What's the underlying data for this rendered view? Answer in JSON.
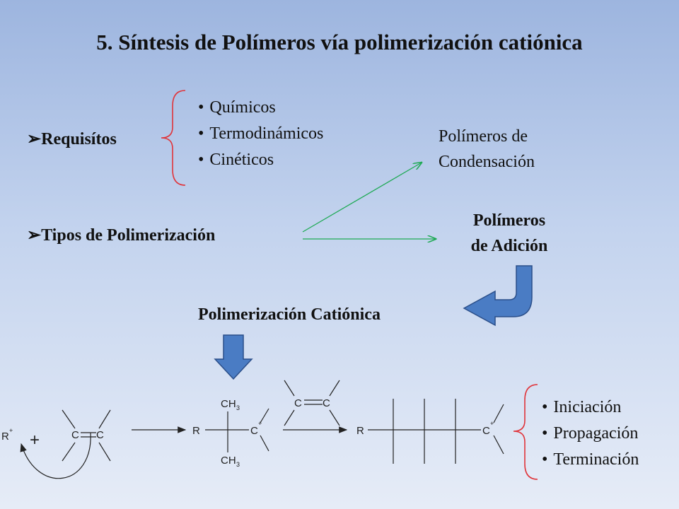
{
  "title": "5. Síntesis de Polímeros vía polimerización catiónica",
  "requisitos": {
    "arrow_glyph": "➢",
    "label": "Requisítos",
    "items": [
      "Químicos",
      "Termodinámicos",
      "Cinéticos"
    ]
  },
  "tipos": {
    "arrow_glyph": "➢",
    "label": "Tipos de Polimerización"
  },
  "condensacion": {
    "line1": "Polímeros de",
    "line2": "Condensación"
  },
  "adicion": {
    "line1": "Polímeros",
    "line2": "de Adición"
  },
  "cationica_label": "Polimerización Catiónica",
  "etapas": [
    "Iniciación",
    "Propagación",
    "Terminación"
  ],
  "reaction": {
    "r": "R",
    "plus_charge": "+",
    "plus": "+",
    "c": "C",
    "ch3": "CH",
    "sub3": "3"
  },
  "colors": {
    "bracket": "#e0343a",
    "green_arrow": "#1faa55",
    "blue_arrow": "#4a7cc4",
    "blue_arrow_edge": "#2b4f8a"
  }
}
